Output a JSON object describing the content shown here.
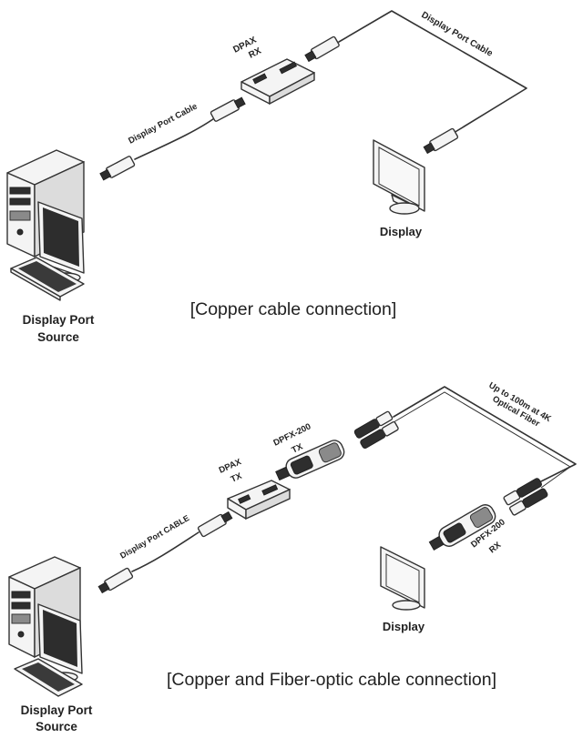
{
  "copper": {
    "rx_label_1": "DPAX",
    "rx_label_2": "RX",
    "cable_right": "Display Port Cable",
    "cable_left": "Display Port Cable",
    "display": "Display",
    "source_1": "Display Port",
    "source_2": "Source",
    "caption": "[Copper cable connection]"
  },
  "fiber": {
    "fiber_1": "Up to 100m at 4K",
    "fiber_2": "Optical Fiber",
    "tx_module_1": "DPFX-200",
    "tx_module_2": "TX",
    "dpax_1": "DPAX",
    "dpax_2": "TX",
    "cable": "Display Port CABLE",
    "rx_module_1": "DPFX-200",
    "rx_module_2": "RX",
    "display": "Display",
    "source_1": "Display Port",
    "source_2": "Source",
    "caption": "[Copper and Fiber-optic cable connection]"
  }
}
